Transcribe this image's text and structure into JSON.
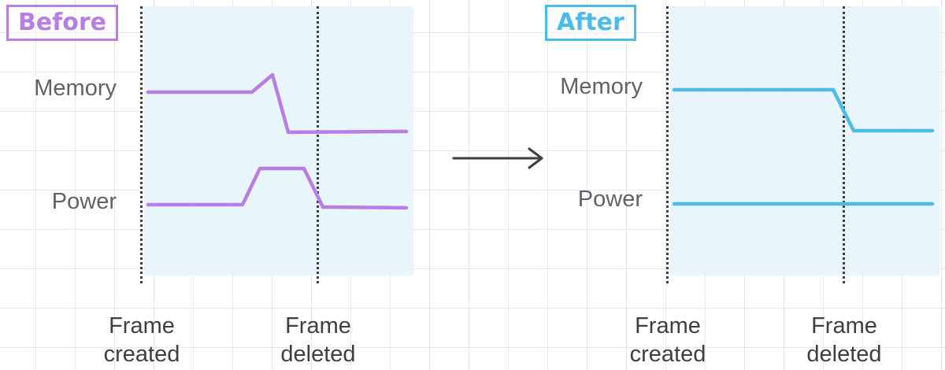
{
  "colors": {
    "before": "#b87ee6",
    "after": "#4bbbe8",
    "arrow": "#3c4043"
  },
  "before": {
    "tag": "Before",
    "rows": {
      "memory": "Memory",
      "power": "Power"
    },
    "events": {
      "created": [
        "Frame",
        "created"
      ],
      "deleted": [
        "Frame",
        "deleted"
      ]
    }
  },
  "after": {
    "tag": "After",
    "rows": {
      "memory": "Memory",
      "power": "Power"
    },
    "events": {
      "created": [
        "Frame",
        "created"
      ],
      "deleted": [
        "Frame",
        "deleted"
      ]
    }
  },
  "arrow_icon": "right-arrow-icon"
}
